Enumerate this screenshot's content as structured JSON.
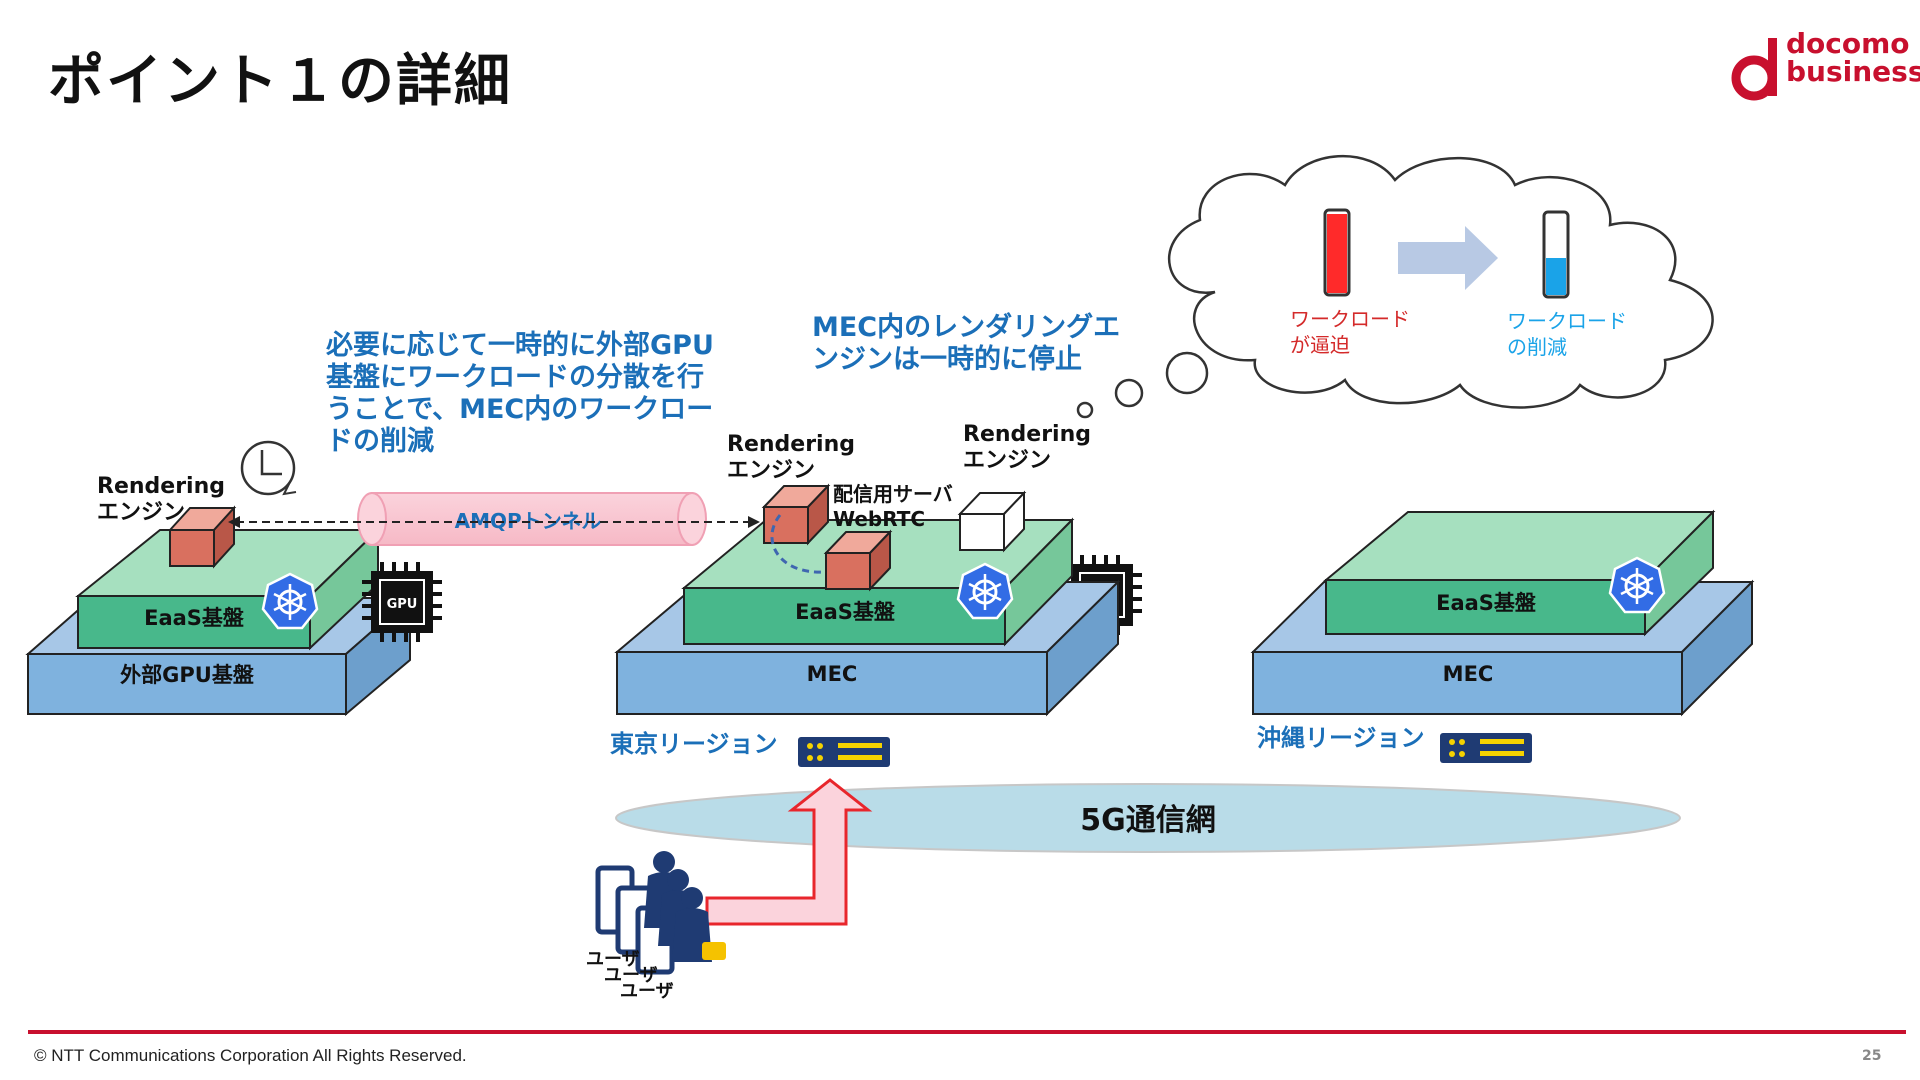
{
  "slide": {
    "title": "ポイント１の詳細",
    "logo": {
      "line1": "docomo",
      "line2": "business",
      "brand_color": "#c8102e"
    },
    "callouts": {
      "left": [
        "必要に応じて一時的に外部GPU",
        "基盤にワークロードの分散を行",
        "うことで、MEC内のワークロー",
        "ドの削減"
      ],
      "center": [
        "MEC内のレンダリングエ",
        "ンジンは一時的に停止"
      ]
    },
    "cloud": {
      "before_label": [
        "ワークロード",
        "が逼迫"
      ],
      "after_label": [
        "ワークロード",
        "の削減"
      ],
      "before_color": "#ff2a2a",
      "after_color": "#1aa3e8"
    },
    "labels": {
      "rendering_left": [
        "Rendering",
        "エンジン"
      ],
      "rendering_center": [
        "Rendering",
        "エンジン"
      ],
      "rendering_right": [
        "Rendering",
        "エンジン"
      ],
      "delivery_server": [
        "配信用サーバ",
        "WebRTC"
      ],
      "amqp": "AMQPトンネル",
      "eaas": "EaaS基盤",
      "external_gpu": "外部GPU基盤",
      "mec": "MEC",
      "gpu_chip": "GPU",
      "tokyo": "東京リージョン",
      "okinawa": "沖縄リージョン",
      "network": "5G通信網",
      "user": "ユーザ"
    },
    "footer": {
      "copyright": "© NTT Communications Corporation All Rights Reserved.",
      "page": "25"
    },
    "colors": {
      "callout_blue": "#1b6fb8",
      "mec_blue": "#7fb2de",
      "eaas_green": "#48b88b",
      "top_green": "#a6e0bf",
      "render_red": "#d9705f",
      "k8s_blue": "#326ce5",
      "network_fill": "#b9dce8",
      "arrow_red": "#e8262c"
    }
  }
}
